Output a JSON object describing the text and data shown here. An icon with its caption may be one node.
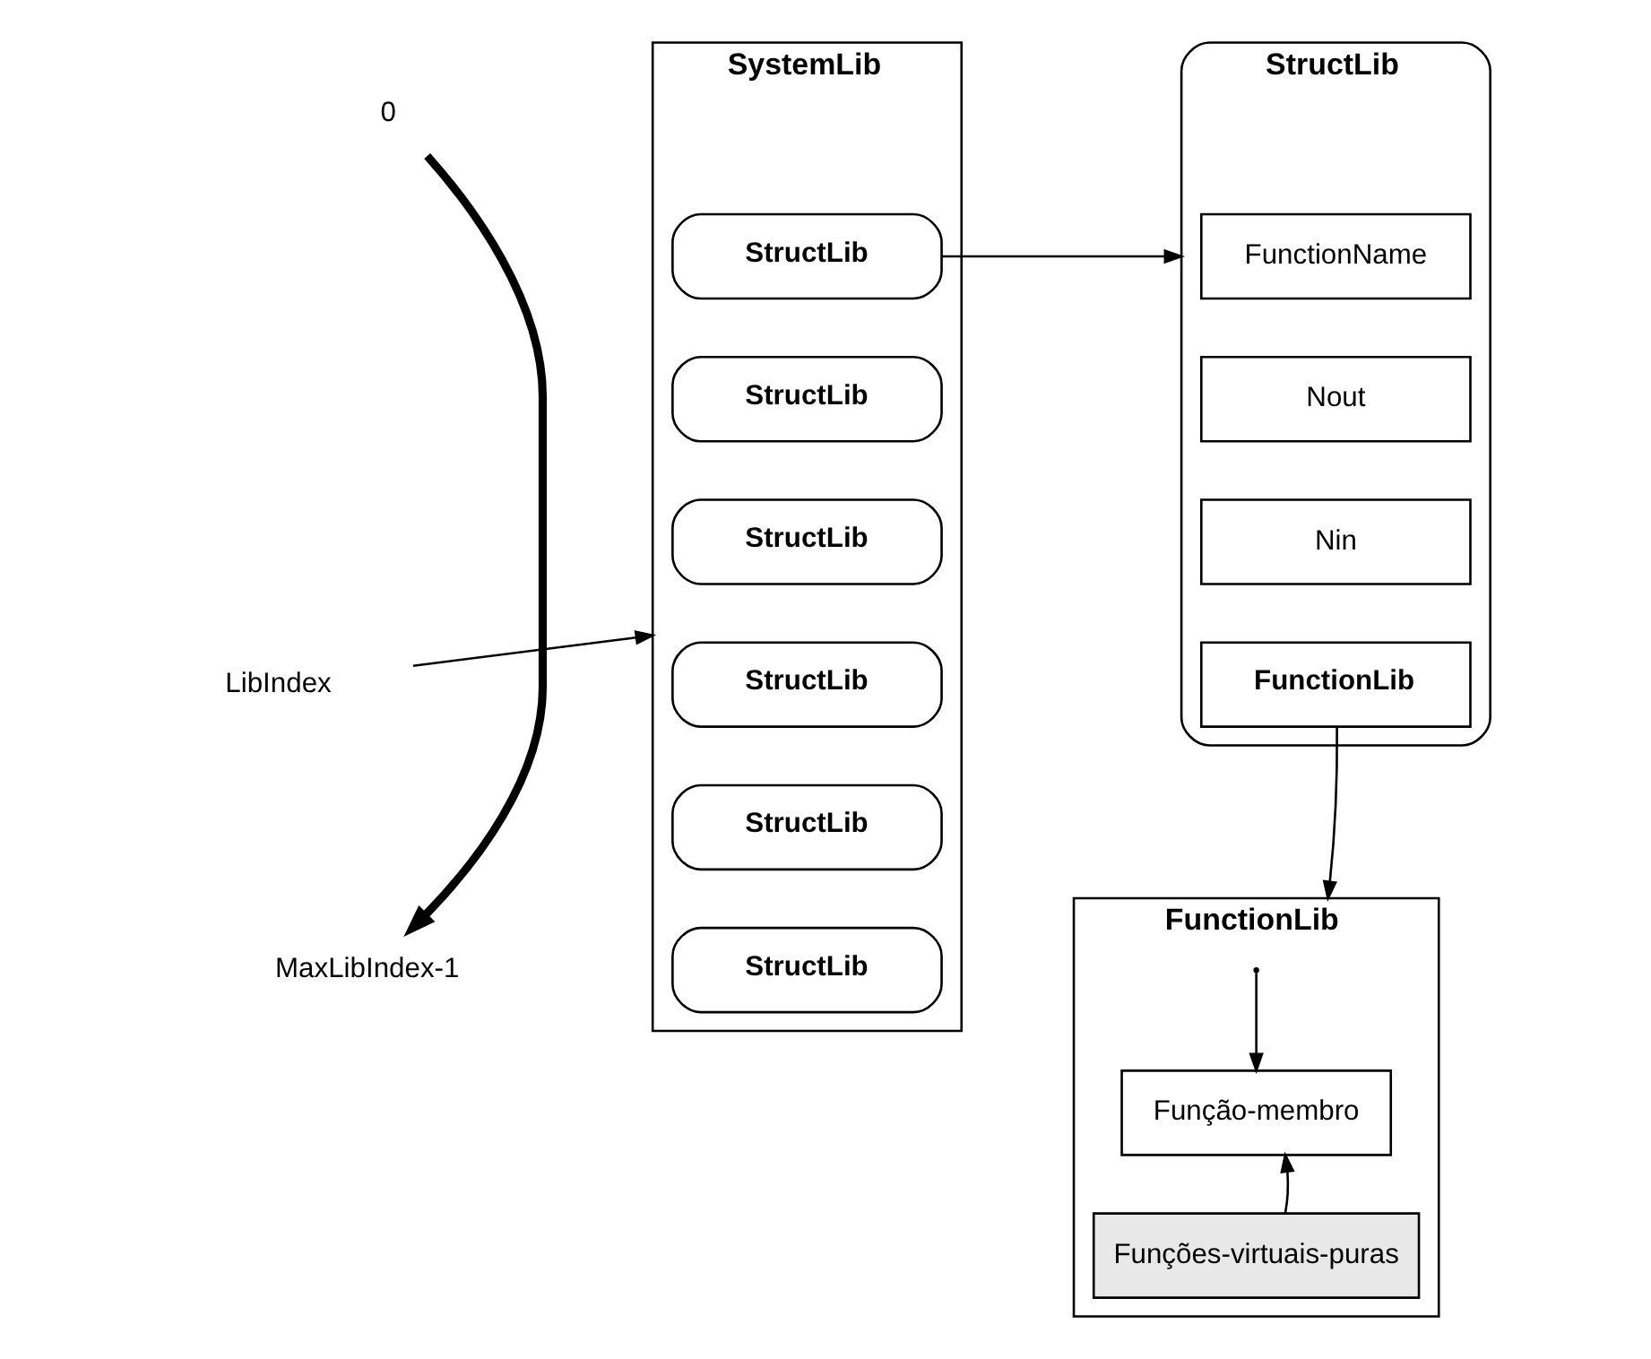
{
  "diagram": {
    "nodes": [
      {
        "text": [
          "0"
        ]
      },
      {
        "text": [
          "LibIndex"
        ]
      },
      {
        "text": [
          "MaxLibIndex-1"
        ]
      },
      {
        "text": [
          "SystemLib"
        ]
      },
      {
        "text": [
          "StructLib"
        ],
        "in": 3
      },
      {
        "text": [
          "StructLib"
        ],
        "in": 3
      },
      {
        "text": [
          "StructLib"
        ],
        "in": 3
      },
      {
        "text": [
          "StructLib"
        ],
        "in": 3
      },
      {
        "text": [
          "StructLib"
        ],
        "in": 3
      },
      {
        "text": [
          "StructLib"
        ],
        "in": 3
      },
      {
        "text": [
          "StructLib"
        ]
      },
      {
        "text": [
          "FunctionName"
        ],
        "in": 10
      },
      {
        "text": [
          "Nout"
        ],
        "in": 10
      },
      {
        "text": [
          "Nin"
        ],
        "in": 10
      },
      {
        "text": [
          "FunctionLib"
        ],
        "in": 10
      },
      {
        "text": [
          "FunctionLib"
        ]
      },
      {
        "text": [
          "Função-membro"
        ],
        "in": 15
      },
      {
        "text": [
          "Funções-virtuais-puras"
        ],
        "in": 15
      }
    ],
    "edges": [
      {
        "from": 0,
        "to": 2,
        "arrow": "to",
        "style": "thick"
      },
      {
        "from": 1,
        "to": 3,
        "arrow": "to"
      },
      {
        "from": 4,
        "to": 10,
        "arrow": "to"
      },
      {
        "from": 14,
        "to": 15,
        "arrow": "to"
      },
      {
        "from": 15,
        "to": 16,
        "arrow": "to"
      },
      {
        "from": 17,
        "to": 16,
        "arrow": "to"
      }
    ]
  }
}
